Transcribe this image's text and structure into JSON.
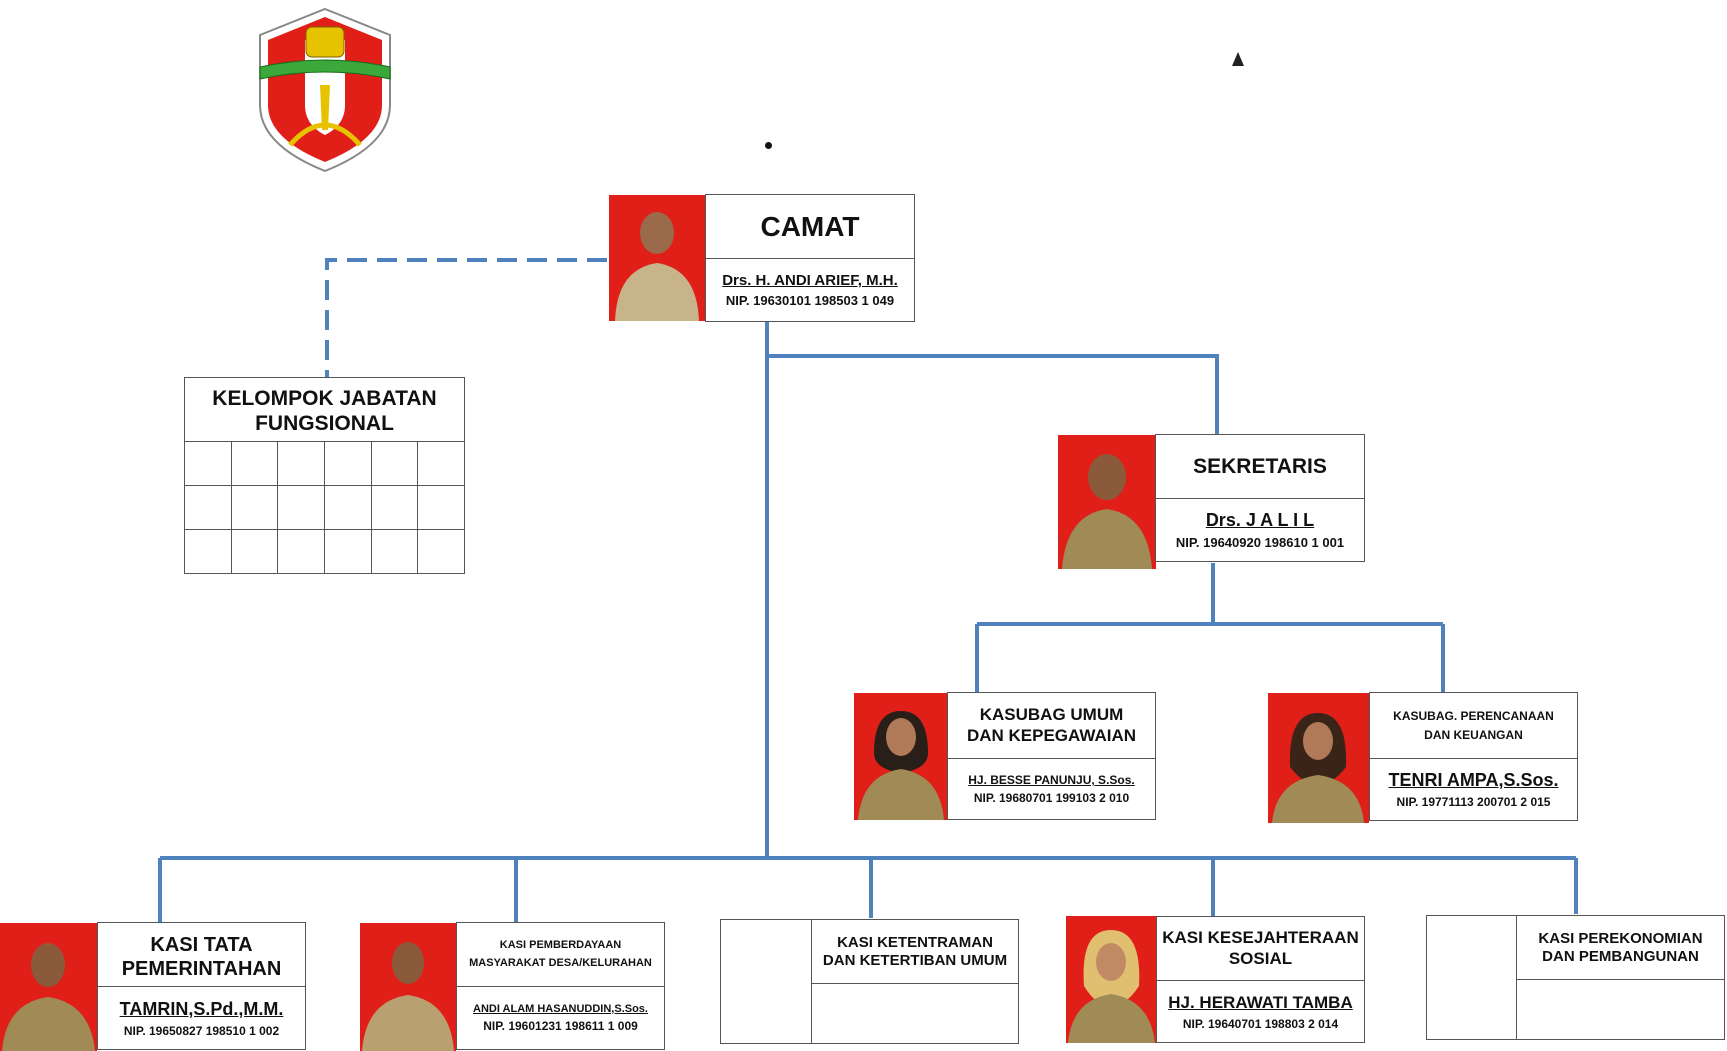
{
  "camat": {
    "title": "CAMAT",
    "name": "Drs. H. ANDI ARIEF, M.H.",
    "nip": "NIP. 19630101 198503 1 049"
  },
  "fungsional": {
    "title": "KELOMPOK JABATAN FUNGSIONAL"
  },
  "sekretaris": {
    "title": "SEKRETARIS",
    "name": "Drs. J A L I L",
    "nip": "NIP. 19640920 198610 1 001"
  },
  "kasubag_umum": {
    "title_line1": "KASUBAG UMUM",
    "title_line2": "DAN KEPEGAWAIAN",
    "name": "HJ. BESSE PANUNJU, S.Sos.",
    "nip": "NIP. 19680701 199103 2 010"
  },
  "kasubag_perencanaan": {
    "title_line1": "KASUBAG. PERENCANAAN",
    "title_line2": "DAN KEUANGAN",
    "name": "TENRI AMPA,S.Sos.",
    "nip": "NIP. 19771113 200701 2 015"
  },
  "kasi_tata": {
    "title": "KASI TATA PEMERINTAHAN",
    "name": "TAMRIN,S.Pd.,M.M.",
    "nip": "NIP. 19650827 198510 1 002"
  },
  "kasi_pemberdayaan": {
    "title_line1": "KASI PEMBERDAYAAN",
    "title_line2": "MASYARAKAT DESA/KELURAHAN",
    "name": "ANDI ALAM HASANUDDIN,S.Sos.",
    "nip": "NIP. 19601231 198611 1 009"
  },
  "kasi_ketentraman": {
    "title_line1": "KASI KETENTRAMAN",
    "title_line2": "DAN KETERTIBAN UMUM"
  },
  "kasi_kesejahteraan": {
    "title_line1": "KASI KESEJAHTERAAN",
    "title_line2": "SOSIAL",
    "name": "HJ. HERAWATI TAMBA",
    "nip": "NIP. 19640701 198803 2 014"
  },
  "kasi_perekonomian": {
    "title_line1": "KASI PEREKONOMIAN",
    "title_line2": "DAN PEMBANGUNAN"
  },
  "colors": {
    "connector": "#4f81bd",
    "photo_bg": "#e02018"
  }
}
